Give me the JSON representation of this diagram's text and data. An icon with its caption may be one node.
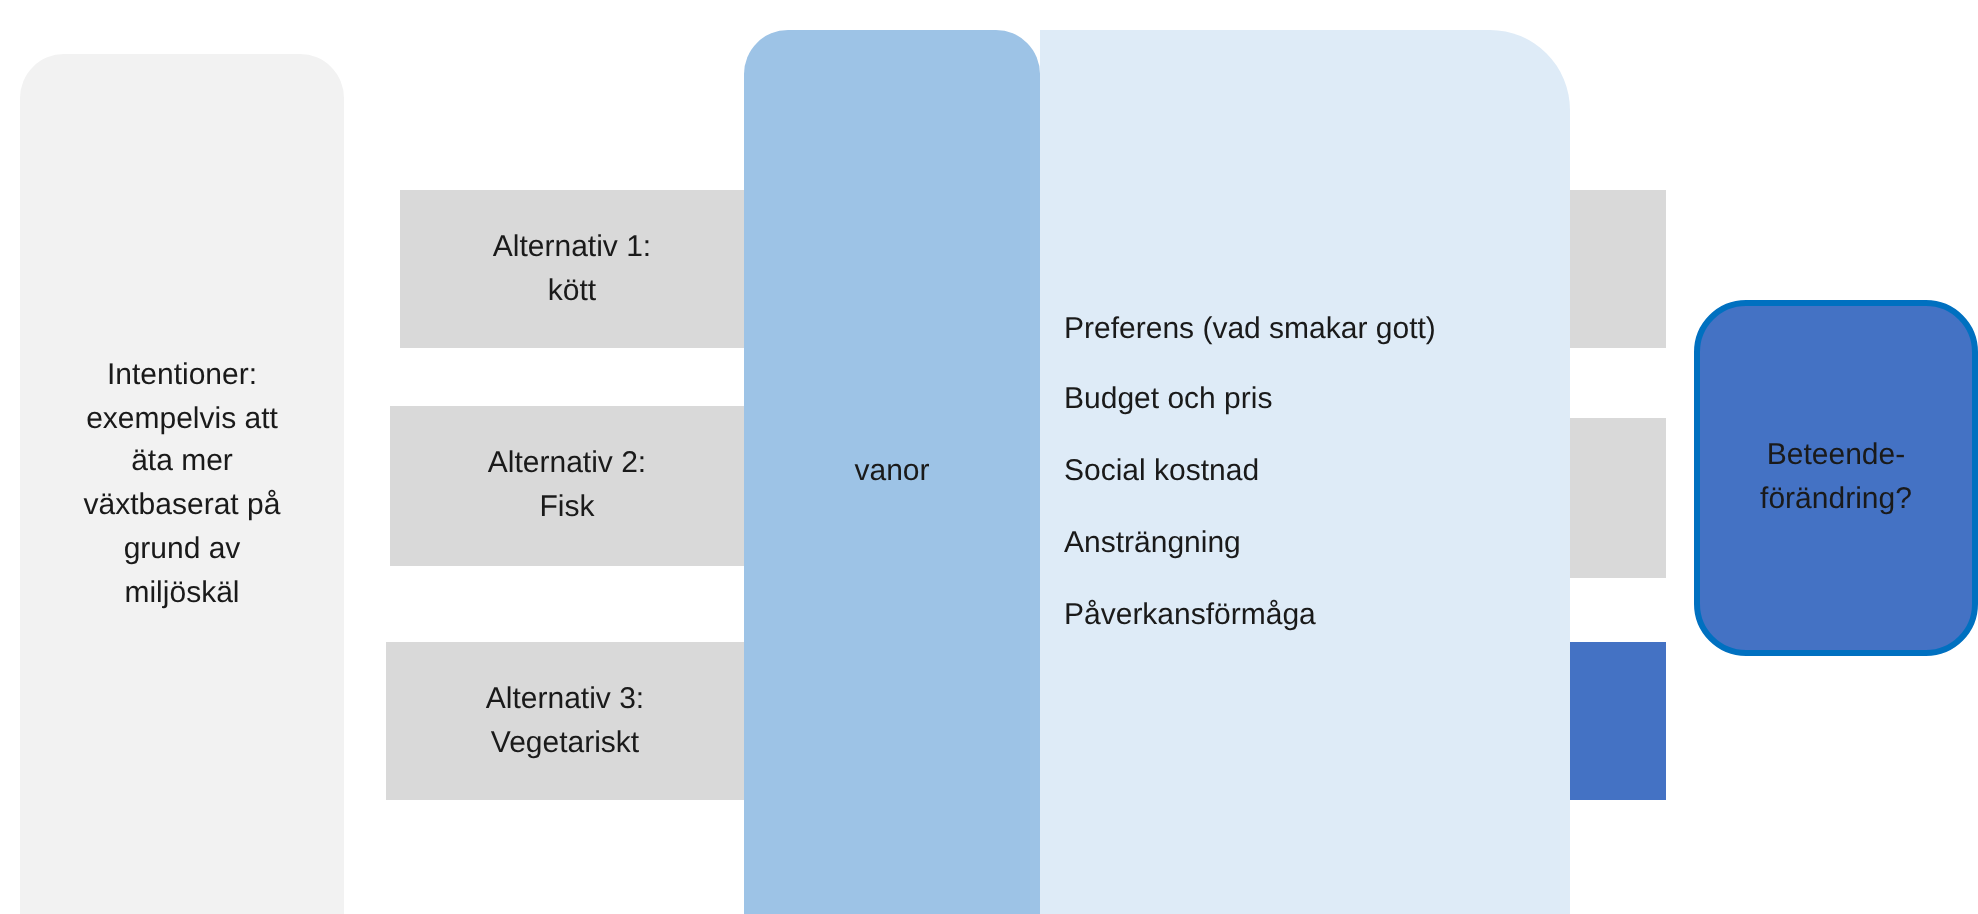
{
  "diagram": {
    "nodes": [
      {
        "text": [
          "Intentioner: exempelvis att äta mer växtbaserat på grund av miljöskäl"
        ]
      },
      {
        "text": [
          "Alternativ 1: kött"
        ]
      },
      {
        "text": [
          "Alternativ 2: Fisk"
        ]
      },
      {
        "text": [
          "Alternativ 3: Vegetariskt"
        ]
      },
      {
        "text": [
          "vanor"
        ]
      },
      {
        "text": [
          "Preferens (vad smakar gott)",
          "Budget och pris",
          "Social kostnad",
          "Ansträngning",
          "Påverkansförmåga"
        ]
      },
      {
        "text": [
          "Beteende- förändring?"
        ]
      },
      {
        "text": [],
        "shape": "bar"
      },
      {
        "text": [],
        "shape": "bar"
      },
      {
        "text": [],
        "shape": "bar"
      }
    ]
  }
}
